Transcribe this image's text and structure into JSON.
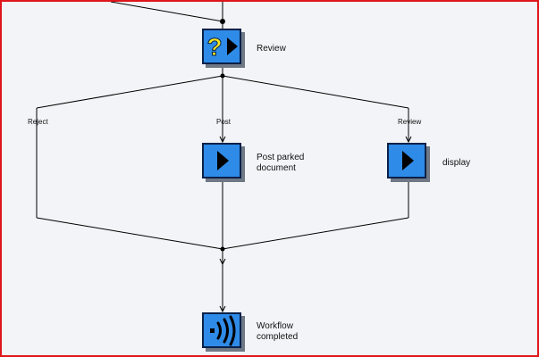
{
  "diagram": {
    "nodes": {
      "review": {
        "label": "Review",
        "icon": "decision-question-icon"
      },
      "post": {
        "label": "Post parked\ndocument",
        "icon": "activity-play-icon"
      },
      "display": {
        "label": "display",
        "icon": "activity-play-icon"
      },
      "completed": {
        "label": "Workflow\ncompleted",
        "icon": "event-broadcast-icon"
      }
    },
    "branches": {
      "reject": "Reject",
      "post": "Post",
      "review": "Review"
    }
  },
  "colors": {
    "background": "#f2f4f7",
    "frame_border": "#e0151b",
    "node_fill": "#2f8be8",
    "node_border": "#0b2148",
    "node_shadow": "#6f7885",
    "question_mark": "#f5e624",
    "line": "#000000"
  }
}
